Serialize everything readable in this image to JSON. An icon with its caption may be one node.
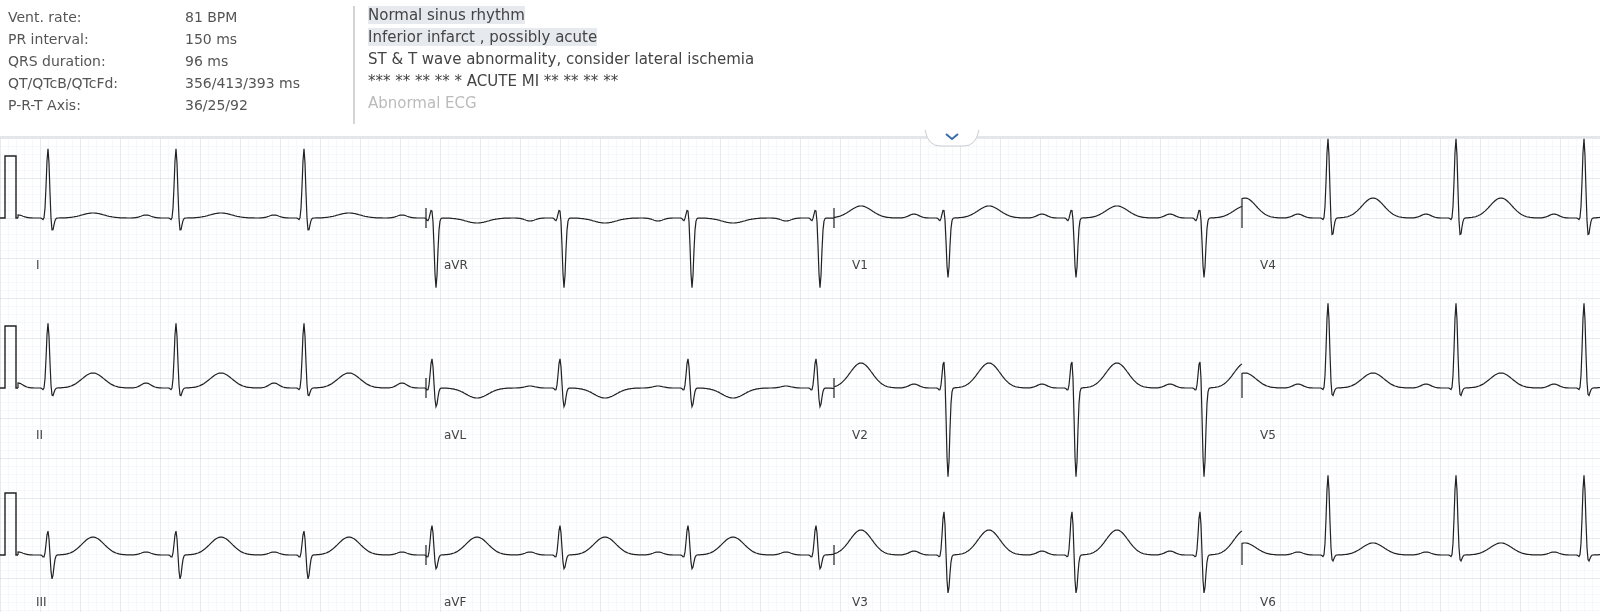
{
  "diagram": {
    "labels": [
      "Vent. rate:",
      "81 BPM",
      "PR interval:",
      "150 ms",
      "QRS duration:",
      "96 ms",
      "QT/QTcB/QTcFd:",
      "356/413/393 ms",
      "P-R-T Axis:",
      "36/25/92",
      "Normal sinus rhythm",
      "Inferior infarct , possibly acute",
      "ST & T wave abnormality, consider lateral ischemia",
      "*** ** ** ** * ACUTE MI  ** ** ** **",
      "Abnormal ECG",
      "I",
      "aVR",
      "V1",
      "V4",
      "II",
      "aVL",
      "V2",
      "V5",
      "III",
      "aVF",
      "V3",
      "V6"
    ]
  }
}
